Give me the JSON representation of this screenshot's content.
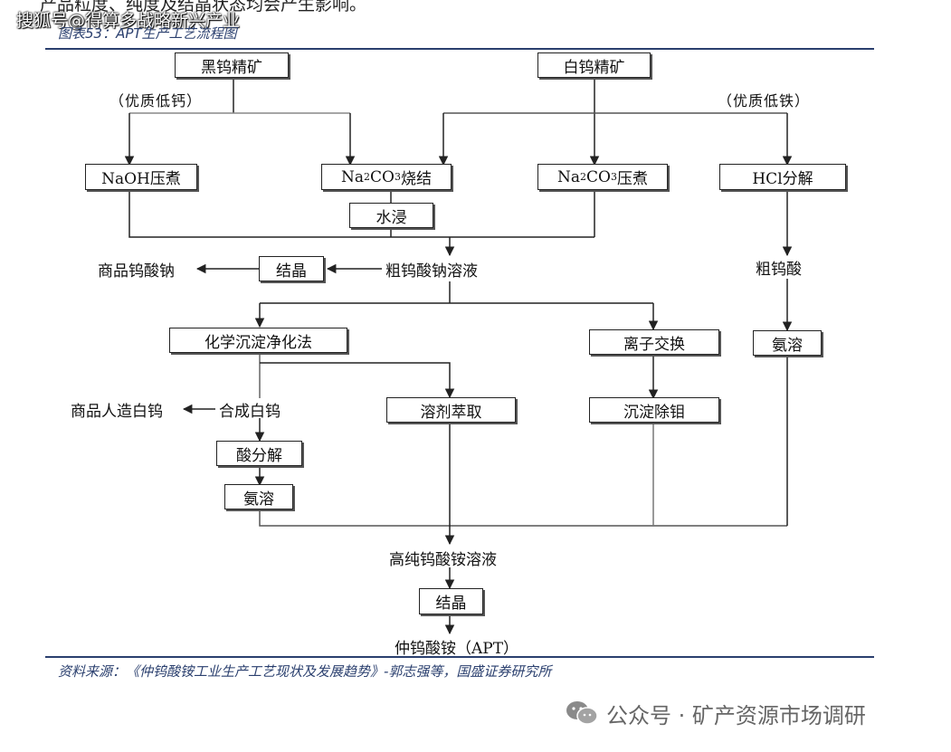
{
  "header_text": "产品粒度、纯度及结晶状态均会产生影响。",
  "watermark_top": "搜狐号@得算多战略新兴产业",
  "figure_title": "图表53：APT生产工艺流程图",
  "nodes": {
    "wolframite": "黑钨精矿",
    "scheelite": "白钨精矿",
    "high_quality_low_ca": "（优质低钙）",
    "high_quality_low_fe": "（优质低铁）",
    "naoh_digest": "NaOH压煮",
    "na2co3_sinter": {
      "pre": "Na",
      "sub": "2",
      "mid": "CO",
      "sub2": "3",
      "post": "烧结"
    },
    "na2co3_digest": {
      "pre": "Na",
      "sub": "2",
      "mid": "CO",
      "sub2": "3",
      "post": "压煮"
    },
    "hcl_decomp": "HCl分解",
    "water_leach": "水浸",
    "crude_sodium_tungstate_solution": "粗钨酸钠溶液",
    "crystallize_1": "结晶",
    "commercial_sodium_tungstate": "商品钨酸钠",
    "crude_tungstic_acid": "粗钨酸",
    "chemical_precipitation": "化学沉淀净化法",
    "ion_exchange": "离子交换",
    "ammonia_dissolve_1": "氨溶",
    "synthetic_scheelite_product": "商品人造白钨",
    "synthetic_scheelite": "合成白钨",
    "solvent_extraction": "溶剂萃取",
    "precipitate_mo": "沉淀除钼",
    "acid_decomp": "酸分解",
    "ammonia_dissolve_2": "氨溶",
    "high_purity_apt_solution": "高纯钨酸铵溶液",
    "crystallize_2": "结晶",
    "apt": "仲钨酸铵（APT）"
  },
  "source_note": "资料来源：《仲钨酸铵工业生产工艺现状及发展趋势》-郭志强等，国盛证券研究所",
  "watermark_bottom": {
    "icon": "wechat-icon",
    "text": "公众号 · 矿产资源市场调研"
  },
  "colors": {
    "rule": "#2a3f6e",
    "line": "#222222"
  }
}
